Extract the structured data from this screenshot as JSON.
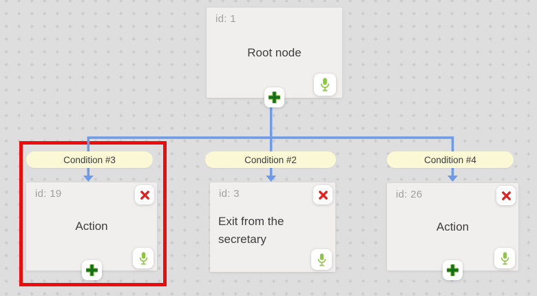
{
  "diagram": {
    "root": {
      "id_label": "id: 1",
      "title": "Root node"
    },
    "children": [
      {
        "condition_label": "Condition #3",
        "id_label": "id: 19",
        "title": "Action"
      },
      {
        "condition_label": "Condition #2",
        "id_label": "id: 3",
        "title": "Exit from the secretary"
      },
      {
        "condition_label": "Condition #4",
        "id_label": "id: 26",
        "title": "Action"
      }
    ],
    "selected_child_condition": "Condition #3"
  },
  "icons": {
    "plus_icon": "+",
    "x_icon": "✕",
    "microphone_icon": "microphone glyph (voice input)",
    "arrow_down": "▼"
  },
  "colors": {
    "canvas_bg": "#dfdede",
    "grid_dot": "#c8c8c8",
    "node_bg": "#f1efee",
    "connector_blue": "#6d9be8",
    "condition_badge_bg": "#fbf8d5",
    "delete_red": "#e62020",
    "highlight_red": "#ee0b0b",
    "mic_green": "#8dc63f",
    "add_green_dark": "#156f1a",
    "add_green_light": "#8dc63f",
    "title_text": "#3d3d3d",
    "id_text": "#9e9e9e"
  }
}
